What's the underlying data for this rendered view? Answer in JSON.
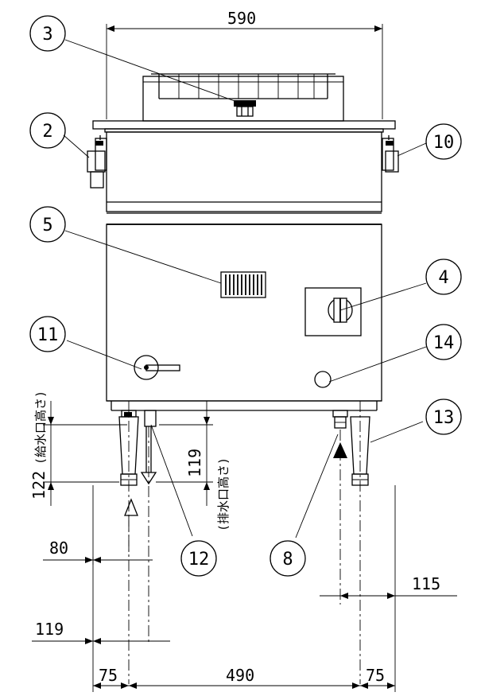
{
  "dimensions": {
    "overall_width": "590",
    "foot_left": "75",
    "foot_span": "490",
    "foot_right": "75",
    "inlet_offset": "80",
    "drain_offset": "119",
    "gas_offset": "115",
    "supply_height": "122",
    "supply_height_note": "(給水口高さ)",
    "drain_height": "119",
    "drain_height_note": "(排水口高さ)"
  },
  "callouts": {
    "c2": "2",
    "c3": "3",
    "c4": "4",
    "c5": "5",
    "c8": "8",
    "c10": "10",
    "c11": "11",
    "c12": "12",
    "c13": "13",
    "c14": "14"
  }
}
